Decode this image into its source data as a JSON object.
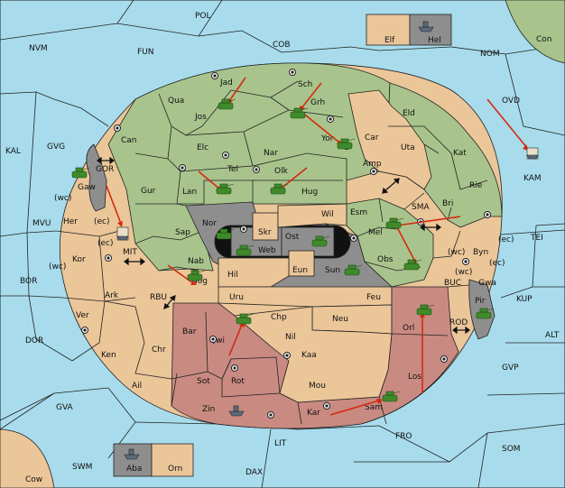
{
  "colors": {
    "sea": "#a8dcec",
    "green_player": "#a8c48c",
    "tan_player": "#ebc699",
    "red_player": "#c98a82",
    "gray_player": "#8e8e8e",
    "supply_center": "#222222",
    "order_arrow": "#d42a10",
    "army_unit": "#3f8a2a",
    "fleet_unit": "#5a6a7a"
  },
  "icons": [
    "army-unit-icon",
    "fleet-unit-icon",
    "supply-center-icon",
    "order-arrow-icon",
    "convoy-route-icon"
  ],
  "labels": {
    "POL": "POL",
    "NVM": "NVM",
    "FUN": "FUN",
    "COB": "COB",
    "NOM": "NOM",
    "Con": "Con",
    "Elf": "Elf",
    "Hel": "Hel",
    "Jad": "Jad",
    "Sch": "Sch",
    "Qua": "Qua",
    "Grh": "Grh",
    "Jos": "Jos",
    "Eld": "Eld",
    "OVD": "OVD",
    "KAL": "KAL",
    "GVG": "GVG",
    "Can": "Can",
    "Car": "Car",
    "Yor": "Yor",
    "Elc": "Elc",
    "Nar": "Nar",
    "Uta": "Uta",
    "Kat": "Kat",
    "GOR": "GOR",
    "Tel": "Tel",
    "Olk": "Olk",
    "Amp": "Amp",
    "KAM": "KAM",
    "Gaw": "Gaw",
    "Gur": "Gur",
    "Lan": "Lan",
    "Hug": "Hug",
    "Rie": "Rie",
    "wc1": "(wc)",
    "MVU": "MVU",
    "Her": "Her",
    "ec1": "(ec)",
    "Nor": "Nor",
    "Wil": "Wil",
    "Esm": "Esm",
    "SMA": "SMA",
    "Bri": "Bri",
    "Sap": "Sap",
    "Skr": "Skr",
    "Ost": "Ost",
    "Mel": "Mel",
    "wc2": "(wc)",
    "Byn": "Byn",
    "ec2": "(ec)",
    "TEI": "TEI",
    "ec3": "(ec)",
    "MIT": "MIT",
    "Web": "Web",
    "Kor": "Kor",
    "wc3": "(wc)",
    "Nab": "Nab",
    "Eun": "Eun",
    "Sun": "Sun",
    "Obs": "Obs",
    "wc4": "(wc)",
    "BOR": "BOR",
    "Hil": "Hil",
    "Gwa": "Gwa",
    "ec4": "(ec)",
    "Nog": "Nog",
    "BUC": "BUC",
    "RBU": "RBU",
    "Ark": "Ark",
    "Uru": "Uru",
    "Feu": "Feu",
    "KUP": "KUP",
    "Pir": "Pir",
    "Ver": "Ver",
    "Chp": "Chp",
    "Neu": "Neu",
    "Orl": "Orl",
    "Bar": "Bar",
    "ROD": "ROD",
    "DOR": "DOR",
    "Qwi": "Qwi",
    "Nil": "Nil",
    "ALT": "ALT",
    "Chr": "Chr",
    "Ken": "Ken",
    "Kaa": "Kaa",
    "Sot": "Sot",
    "Rot": "Rot",
    "GVP": "GVP",
    "Los": "Los",
    "Ail": "Ail",
    "Mou": "Mou",
    "GVA": "GVA",
    "Sam": "Sam",
    "Zin": "Zin",
    "Kar": "Kar",
    "FRO": "FRO",
    "LIT": "LIT",
    "SOM": "SOM",
    "SWM": "SWM",
    "Aba": "Aba",
    "Orn": "Orn",
    "DAX": "DAX",
    "Cow": "Cow"
  }
}
